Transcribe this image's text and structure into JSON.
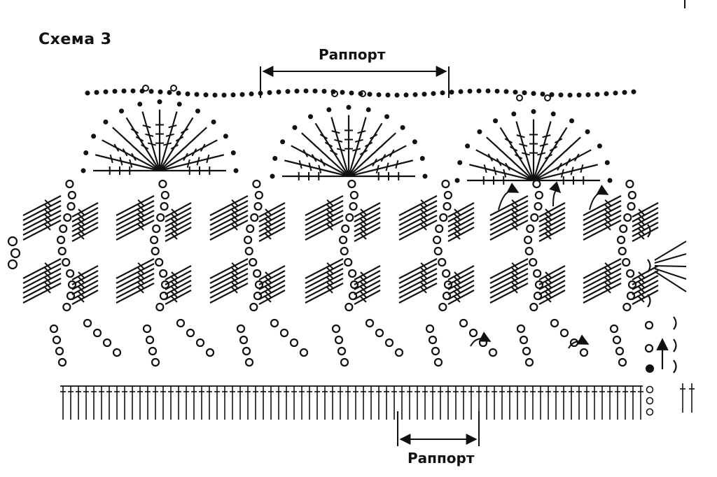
{
  "diagram": {
    "title": "Схема 3",
    "repeat_label_top": "Раппорт",
    "repeat_label_bottom": "Раппорт"
  }
}
